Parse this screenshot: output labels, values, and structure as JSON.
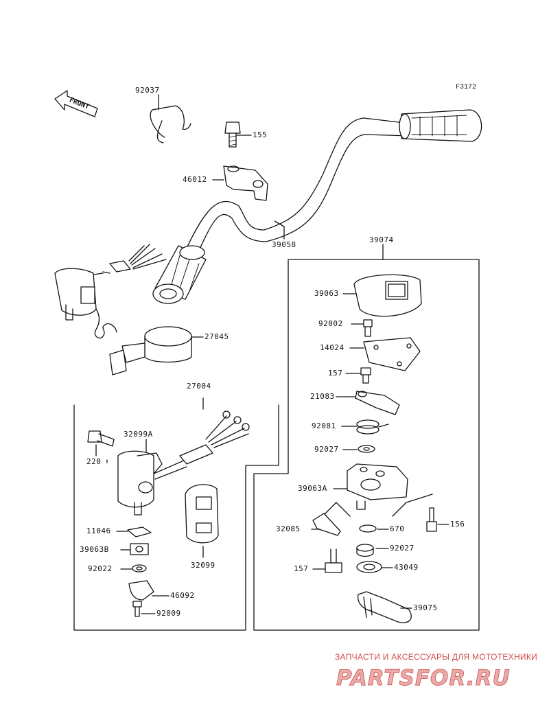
{
  "figure_code": "F3172",
  "front_label": "FRONT",
  "parts": [
    {
      "id": "p92037",
      "label": "92037"
    },
    {
      "id": "p155",
      "label": "155"
    },
    {
      "id": "p46012",
      "label": "46012"
    },
    {
      "id": "p39058",
      "label": "39058"
    },
    {
      "id": "p27045",
      "label": "27045"
    },
    {
      "id": "p27004",
      "label": "27004"
    },
    {
      "id": "p32099A",
      "label": "32099A"
    },
    {
      "id": "p220",
      "label": "220"
    },
    {
      "id": "p11046",
      "label": "11046"
    },
    {
      "id": "p39063B",
      "label": "39063B"
    },
    {
      "id": "p92022",
      "label": "92022"
    },
    {
      "id": "p32099",
      "label": "32099"
    },
    {
      "id": "p46092",
      "label": "46092"
    },
    {
      "id": "p92009",
      "label": "92009"
    },
    {
      "id": "p39074",
      "label": "39074"
    },
    {
      "id": "p39063",
      "label": "39063"
    },
    {
      "id": "p92002",
      "label": "92002"
    },
    {
      "id": "p14024",
      "label": "14024"
    },
    {
      "id": "p157a",
      "label": "157"
    },
    {
      "id": "p21083",
      "label": "21083"
    },
    {
      "id": "p92081",
      "label": "92081"
    },
    {
      "id": "p92027a",
      "label": "92027"
    },
    {
      "id": "p39063A",
      "label": "39063A"
    },
    {
      "id": "p156",
      "label": "156"
    },
    {
      "id": "p32085",
      "label": "32085"
    },
    {
      "id": "p670",
      "label": "670"
    },
    {
      "id": "p92027b",
      "label": "92027"
    },
    {
      "id": "p157b",
      "label": "157"
    },
    {
      "id": "p43049",
      "label": "43049"
    },
    {
      "id": "p39075",
      "label": "39075"
    }
  ],
  "watermark": {
    "subtitle": "ЗАПЧАСТИ И АКСЕССУАРЫ ДЛЯ МОТОТЕХНИКИ",
    "logo_text": "PARTSFOR.RU",
    "color": "#d24b4b"
  }
}
